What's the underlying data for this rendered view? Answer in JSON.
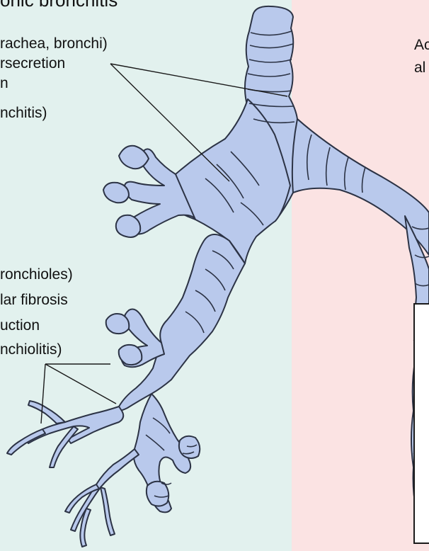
{
  "title_fragment": "onic bronchitis",
  "left_upper_label": [
    "rachea, bronchi)",
    "rsecretion",
    "n",
    "nchitis)"
  ],
  "left_lower_label": [
    "ronchioles)",
    "lar fibrosis",
    "uction",
    "nchiolitis)"
  ],
  "right_label": [
    "Ac",
    "al"
  ],
  "colors": {
    "airway_fill": "#b9c9ec",
    "airway_stroke": "#2c3345",
    "left_bg": "#e2f1ee",
    "right_bg": "#fbe3e3"
  }
}
